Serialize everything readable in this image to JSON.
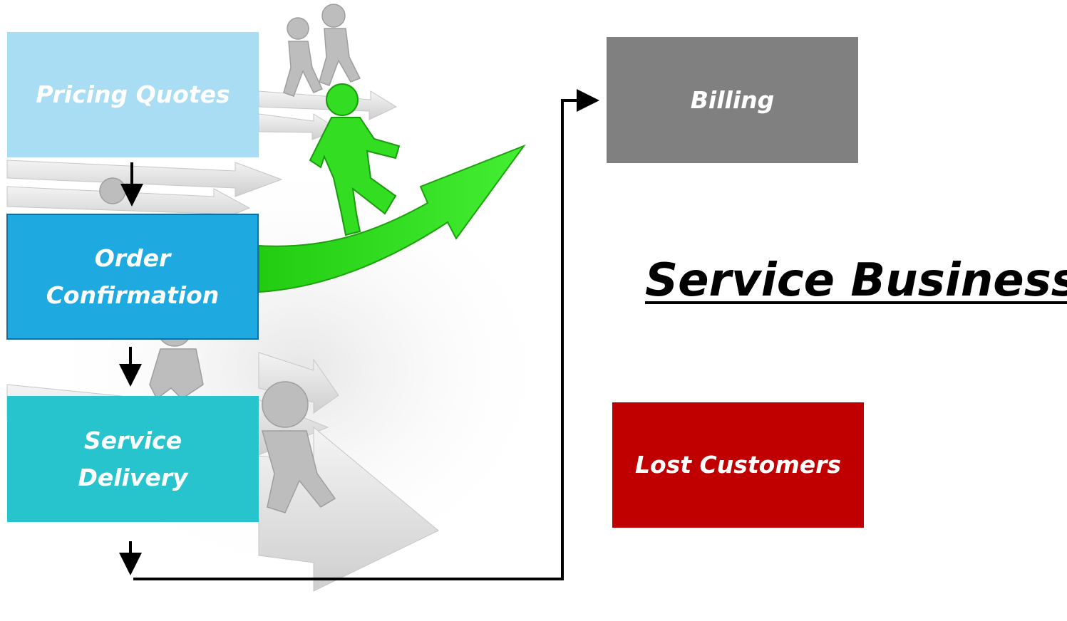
{
  "title": "Service Business",
  "boxes": {
    "pricing_quotes": "Pricing Quotes",
    "order_confirmation": "Order\nConfirmation",
    "service_delivery": "Service\nDelivery",
    "billing": "Billing",
    "lost_customers": "Lost Customers"
  },
  "colors": {
    "pricing_quotes": "#a9ddf3",
    "order_confirmation": "#1ea9e1",
    "service_delivery": "#28c4cd",
    "billing": "#808080",
    "lost_customers": "#c00000",
    "leader_arrow": "#33dd22",
    "follower_arrows": "#d9d9d9"
  },
  "icons": [
    "running-figures-illustration",
    "green-leader-arrow"
  ]
}
